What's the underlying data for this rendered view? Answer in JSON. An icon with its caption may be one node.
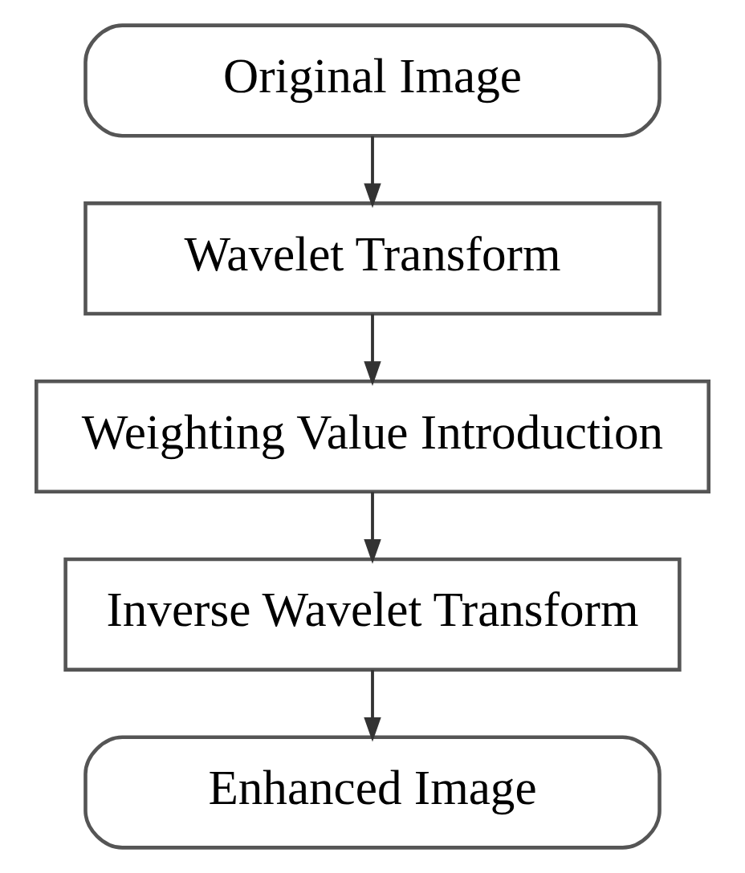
{
  "diagram": {
    "nodes": [
      {
        "text": [
          "Original Image"
        ]
      },
      {
        "text": [
          "Wavelet Transform"
        ]
      },
      {
        "text": [
          "Weighting Value Introduction"
        ]
      },
      {
        "text": [
          "Inverse Wavelet Transform"
        ]
      },
      {
        "text": [
          "Enhanced Image"
        ]
      }
    ],
    "edges": [
      {
        "from": 0,
        "to": 1,
        "arrow": "to"
      },
      {
        "from": 1,
        "to": 2,
        "arrow": "to"
      },
      {
        "from": 2,
        "to": 3,
        "arrow": "to"
      },
      {
        "from": 3,
        "to": 4,
        "arrow": "to"
      }
    ]
  }
}
